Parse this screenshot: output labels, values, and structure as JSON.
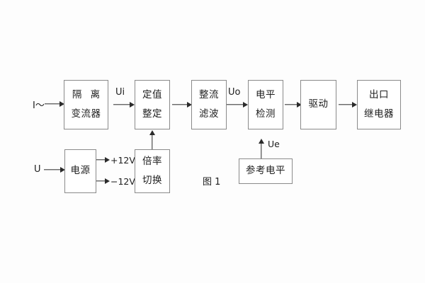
{
  "figure": {
    "caption": "图 1",
    "background": "#fdfdfd",
    "box_stroke": "#8a8a8a",
    "line_color": "#2b2b2b",
    "text_color": "#1d1d1d"
  },
  "signal_chain": {
    "input_label": "I～",
    "blocks": [
      {
        "id": "isolating-transformer",
        "lines": [
          "隔 离",
          "变流器"
        ]
      },
      {
        "id": "setting-value",
        "lines": [
          "定值",
          "整定"
        ]
      },
      {
        "id": "rectify-filter",
        "lines": [
          "整流",
          "滤波"
        ]
      },
      {
        "id": "level-detect",
        "lines": [
          "电平",
          "检测"
        ]
      },
      {
        "id": "drive",
        "lines": [
          "驱动"
        ]
      },
      {
        "id": "output-relay",
        "lines": [
          "出口",
          "继电器"
        ]
      }
    ],
    "signal_labels": {
      "ui": "Ui",
      "uo": "Uo",
      "ue": "Ue"
    }
  },
  "power_chain": {
    "input_label": "U",
    "power_supply": {
      "id": "power-supply",
      "lines": [
        "电源"
      ]
    },
    "rail_positive": "+12V",
    "rail_negative": "−12V",
    "multiplier_switch": {
      "id": "multiplier-switch",
      "lines": [
        "倍率",
        "切换"
      ]
    }
  },
  "reference": {
    "block": {
      "id": "reference-level",
      "lines": [
        "参考电平"
      ]
    }
  }
}
